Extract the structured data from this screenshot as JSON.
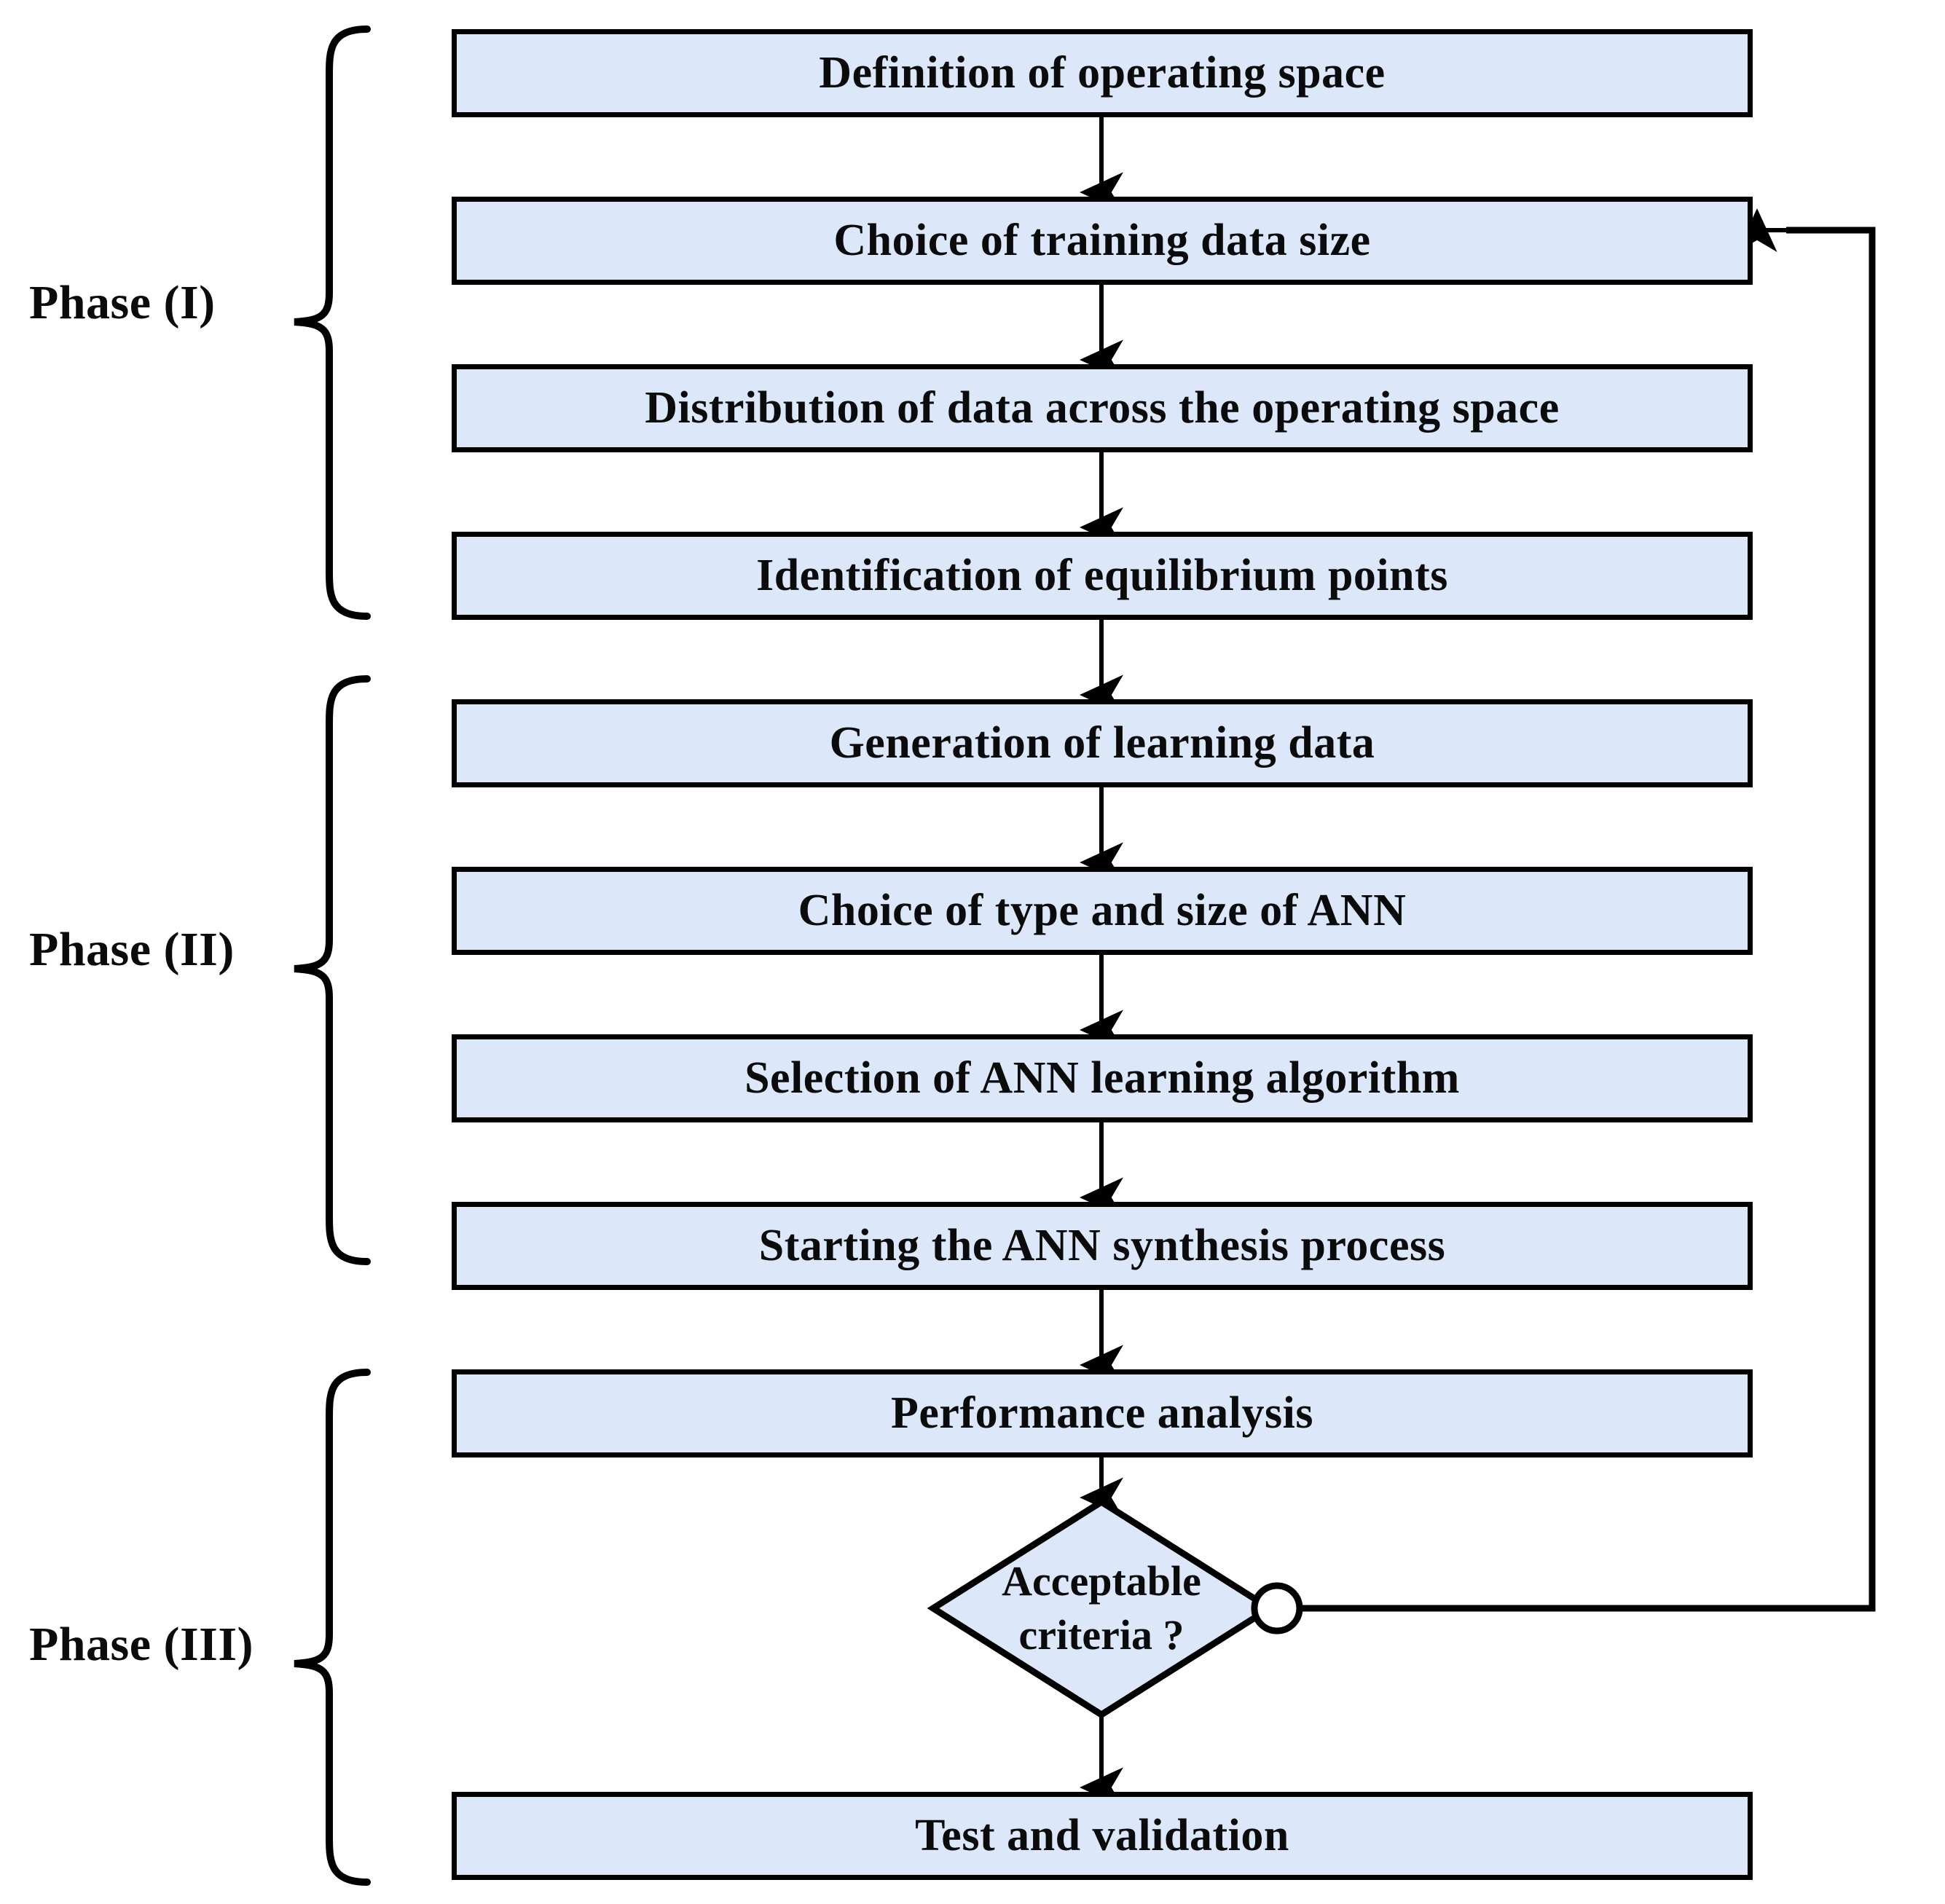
{
  "diagram": {
    "title": "ANN synthesis methodology flowchart",
    "colors": {
      "node_fill": "#dce7fa",
      "node_stroke": "#000000",
      "background": "#ffffff",
      "text": "#0b0b0b"
    },
    "phases": [
      {
        "id": "phase-1",
        "label": "Phase (I)"
      },
      {
        "id": "phase-2",
        "label": "Phase (II)"
      },
      {
        "id": "phase-3",
        "label": "Phase (III)"
      }
    ],
    "nodes": [
      {
        "id": "n1",
        "type": "process",
        "label": "Definition of operating space",
        "phase": "phase-1"
      },
      {
        "id": "n2",
        "type": "process",
        "label": "Choice of training data size",
        "phase": "phase-1"
      },
      {
        "id": "n3",
        "type": "process",
        "label": "Distribution of data across the operating space",
        "phase": "phase-1"
      },
      {
        "id": "n4",
        "type": "process",
        "label": "Identification of equilibrium points",
        "phase": "phase-1"
      },
      {
        "id": "n5",
        "type": "process",
        "label": "Generation of learning data",
        "phase": "phase-2"
      },
      {
        "id": "n6",
        "type": "process",
        "label": "Choice of type and size of ANN",
        "phase": "phase-2"
      },
      {
        "id": "n7",
        "type": "process",
        "label": "Selection of ANN learning algorithm",
        "phase": "phase-2"
      },
      {
        "id": "n8",
        "type": "process",
        "label": "Starting the ANN synthesis process",
        "phase": "phase-2"
      },
      {
        "id": "n9",
        "type": "process",
        "label": "Performance analysis",
        "phase": "phase-3"
      },
      {
        "id": "n10",
        "type": "decision",
        "label": "Acceptable\ncriteria ?",
        "phase": "phase-3"
      },
      {
        "id": "n11",
        "type": "process",
        "label": "Test and validation",
        "phase": "phase-3"
      }
    ],
    "edges": [
      {
        "from": "n1",
        "to": "n2",
        "kind": "arrow-down"
      },
      {
        "from": "n2",
        "to": "n3",
        "kind": "arrow-down"
      },
      {
        "from": "n3",
        "to": "n4",
        "kind": "arrow-down"
      },
      {
        "from": "n4",
        "to": "n5",
        "kind": "arrow-down"
      },
      {
        "from": "n5",
        "to": "n6",
        "kind": "arrow-down"
      },
      {
        "from": "n6",
        "to": "n7",
        "kind": "arrow-down"
      },
      {
        "from": "n7",
        "to": "n8",
        "kind": "arrow-down"
      },
      {
        "from": "n8",
        "to": "n9",
        "kind": "arrow-down"
      },
      {
        "from": "n9",
        "to": "n10",
        "kind": "arrow-down"
      },
      {
        "from": "n10",
        "to": "n11",
        "kind": "arrow-down"
      },
      {
        "from": "n10",
        "to": "n2",
        "kind": "feedback-loop-right"
      }
    ]
  }
}
